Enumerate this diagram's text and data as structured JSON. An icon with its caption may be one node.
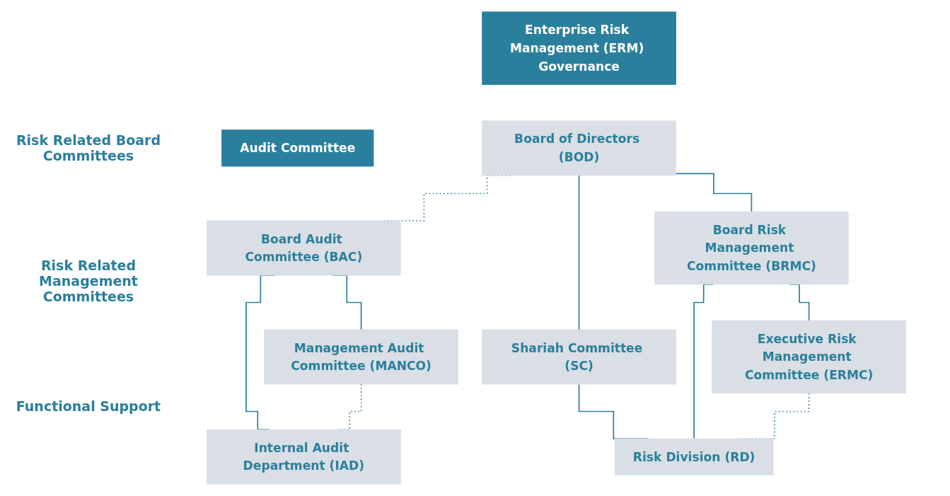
{
  "diagram": {
    "nodes": [
      {
        "text": [
          "Enterprise Risk Management (ERM) Governance"
        ]
      },
      {
        "text": [
          "Audit Committee"
        ]
      },
      {
        "text": [
          "Board of Directors (BOD)"
        ]
      },
      {
        "text": [
          "Board Risk Management Committee (BRMC)"
        ]
      },
      {
        "text": [
          "Shariah Committee (SC)"
        ]
      },
      {
        "text": [
          "Board Audit Committee (BAC)"
        ]
      },
      {
        "text": [
          "Executive Risk Management Committee (ERMC)"
        ]
      },
      {
        "text": [
          "Risk Division (RD)"
        ]
      },
      {
        "text": [
          "Management Audit Committee (MANCO)"
        ]
      },
      {
        "text": [
          "Internal Audit Department (IAD)"
        ]
      }
    ],
    "edges": [
      {
        "from": 2,
        "to": 3,
        "arrow": "none"
      },
      {
        "from": 2,
        "to": 4,
        "arrow": "none"
      },
      {
        "from": 2,
        "to": 5,
        "arrow": "none",
        "style": "dashed"
      },
      {
        "from": 3,
        "to": 6,
        "arrow": "none"
      },
      {
        "from": 3,
        "to": 7,
        "arrow": "none"
      },
      {
        "from": 4,
        "to": 7,
        "arrow": "none"
      },
      {
        "from": 6,
        "to": 7,
        "arrow": "none",
        "style": "dashed"
      },
      {
        "from": 5,
        "to": 8,
        "arrow": "none"
      },
      {
        "from": 5,
        "to": 9,
        "arrow": "none"
      },
      {
        "from": 8,
        "to": 9,
        "arrow": "none",
        "style": "dashed"
      }
    ],
    "labels": [
      "Risk Related Board Committees",
      "Risk Related Management Committees",
      "Functional Support"
    ]
  }
}
